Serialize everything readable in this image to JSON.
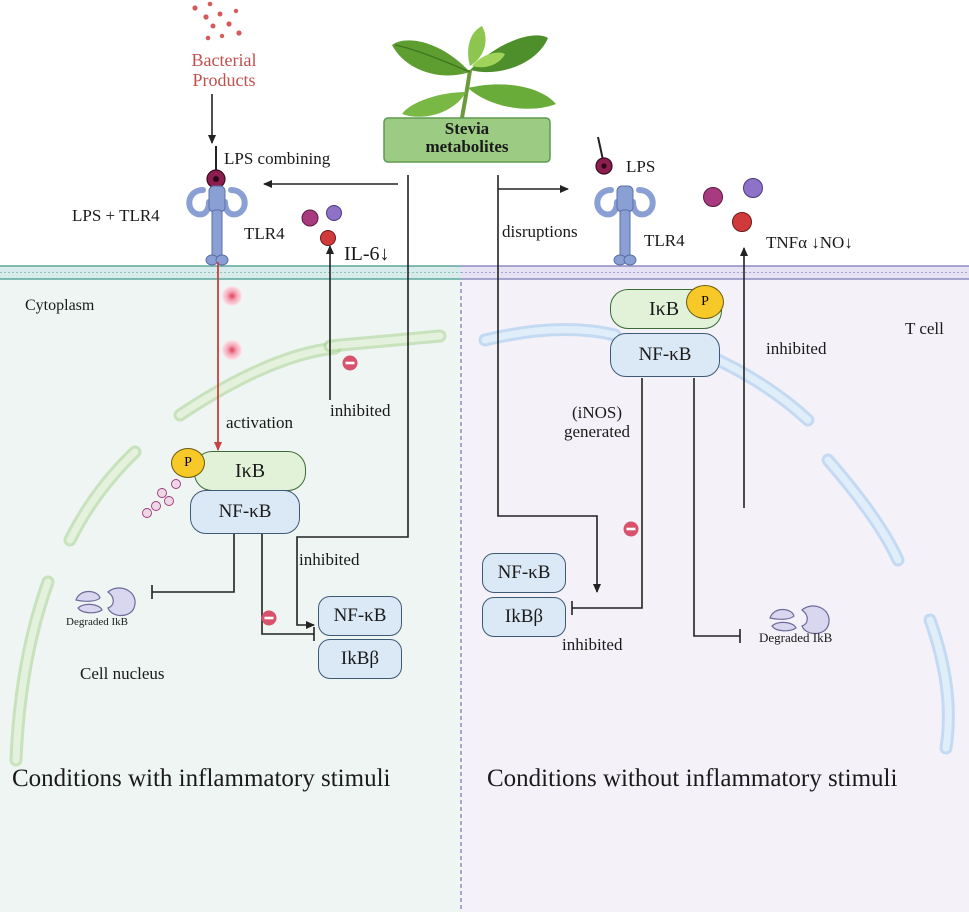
{
  "top": {
    "bacterial_products": "Bacterial\nProducts",
    "stevia_label": "Stevia\nmetabolites"
  },
  "left_panel": {
    "lps_combining": "LPS combining",
    "lps_tlr4": "LPS + TLR4",
    "tlr4": "TLR4",
    "il6": "IL-6↓",
    "cytoplasm": "Cytoplasm",
    "activation": "activation",
    "inhibited_il6": "inhibited",
    "p": "P",
    "ikb": "IκB",
    "nfkb": "NF-κB",
    "inhibited_nucleus": "inhibited",
    "degraded": "Degraded IkB",
    "nucleus_nfkb": "NF-κB",
    "nucleus_ikbb": "IkΒβ",
    "cell_nucleus": "Cell nucleus",
    "caption": "Conditions with inflammatory stimuli"
  },
  "right_panel": {
    "lps": "LPS",
    "disruptions": "disruptions",
    "tlr4": "TLR4",
    "cytokines": "TNFα ↓NO↓",
    "ikb": "IκB",
    "p": "P",
    "nfkb": "NF-κB",
    "t_cell": "T cell",
    "inhibited_up": "inhibited",
    "inos": "(iNOS)\ngenerated",
    "nucleus_nfkb": "NF-κB",
    "nucleus_ikbb": "IkΒβ",
    "inhibited_bottom": "inhibited",
    "degraded": "Degraded IkB",
    "caption": "Conditions without inflammatory stimuli"
  },
  "colors": {
    "left_bg": "#eef5f2",
    "right_bg": "#f4f2f8",
    "membrane_left": "#8fc7bb",
    "membrane_right": "#a9a3cf",
    "receptor": "#8aa0d4",
    "stevia_box": "#9ccb83",
    "nucleus_left": "#cfe6c0",
    "nucleus_right": "#c4ddf3",
    "activation_arrow": "#c94040",
    "bacterial_text": "#c0504d"
  }
}
